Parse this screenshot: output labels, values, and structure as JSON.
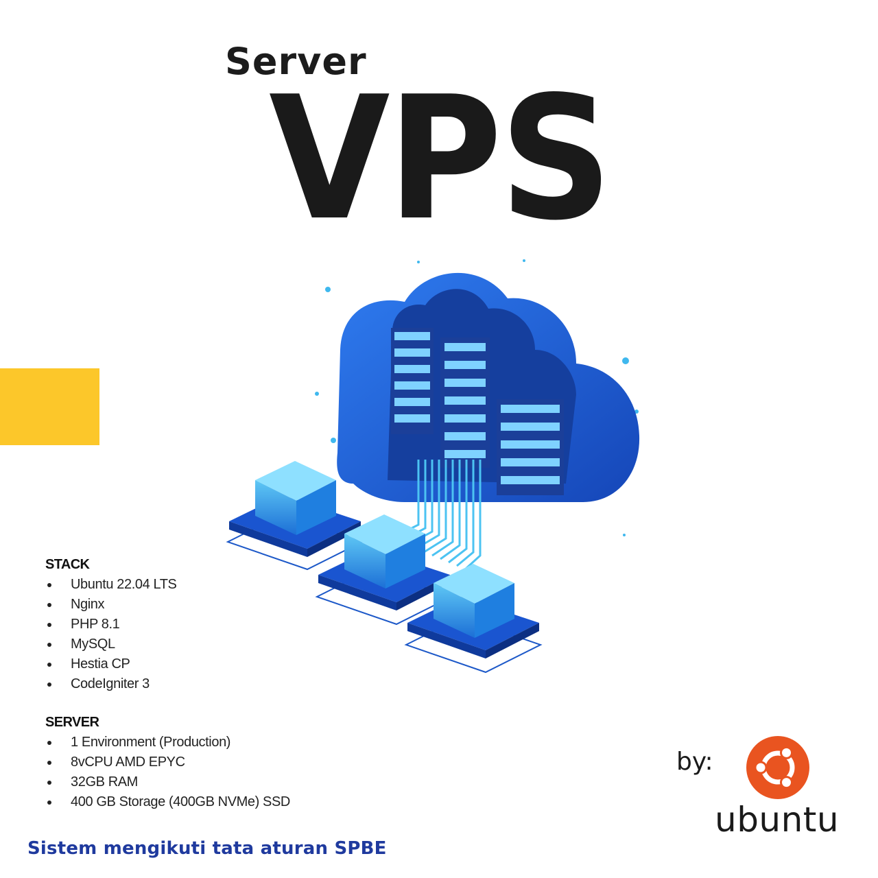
{
  "header": {
    "title_small": "Server",
    "title_big": "VPS"
  },
  "stack": {
    "heading": "STACK",
    "items": [
      "Ubuntu 22.04 LTS",
      "Nginx",
      "PHP 8.1",
      "MySQL",
      "Hestia CP",
      "CodeIgniter 3"
    ]
  },
  "server": {
    "heading": "SERVER",
    "items": [
      "1 Environment (Production)",
      "8vCPU AMD EPYC",
      "32GB RAM",
      "400 GB Storage (400GB NVMe) SSD"
    ]
  },
  "footer": {
    "note": "Sistem mengikuti tata aturan SPBE"
  },
  "brand": {
    "by_label": "by:",
    "name": "ubuntu",
    "color": "#e95420"
  },
  "colors": {
    "accent_yellow": "#fcc72a",
    "cloud_blue": "#1f5fd6",
    "footer_blue": "#1f3a9e"
  },
  "icons": {
    "illustration": "cloud-server-icon",
    "logo": "ubuntu-circle-of-friends-icon"
  }
}
